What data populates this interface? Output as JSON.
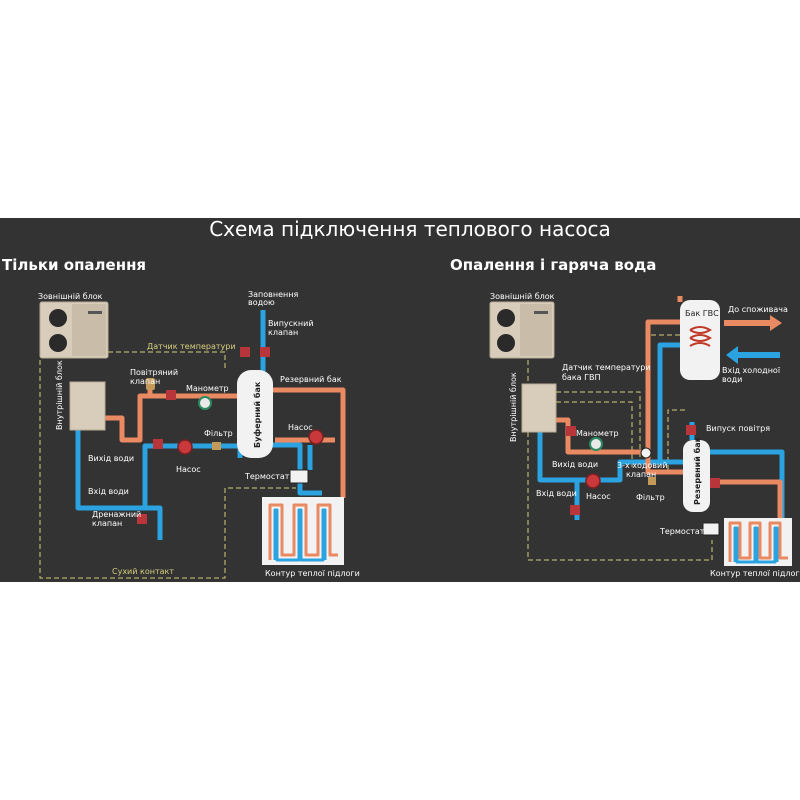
{
  "title": "Схема підключення теплового насоса",
  "left": {
    "heading": "Тільки опалення",
    "outdoor_unit": "Зовнішній блок",
    "indoor_unit": "Внутрішній блок",
    "temp_sensor": "Датчик температури",
    "air_valve": [
      "Повітряний",
      "клапан"
    ],
    "manometer": "Манометр",
    "filter": "Фільтр",
    "pump": "Насос",
    "water_out": "Вихід води",
    "water_in": "Вхід води",
    "drain_valve": [
      "Дренажний",
      "клапан"
    ],
    "dry_contact": "Сухий контакт",
    "fill_water": [
      "Заповнення",
      "водою"
    ],
    "release_valve": [
      "Випускний",
      "клапан"
    ],
    "buffer_tank": "Буферний бак",
    "reserve_tank": "Резервний бак",
    "pump2": "Насос",
    "thermostat": "Термостат",
    "floor_loop": "Контур теплої підлоги"
  },
  "right": {
    "heading": "Опалення і гаряча вода",
    "outdoor_unit": "Зовнішній блок",
    "indoor_unit": "Внутрішній блок",
    "temp_sensor": [
      "Датчик температури",
      "бака ГВП"
    ],
    "dhw_tank": "Бак ГВС",
    "to_consumer": "До споживача",
    "cold_in": [
      "Вхід холодної",
      "води"
    ],
    "manometer": "Манометр",
    "water_out": "Вихід води",
    "three_way": [
      "3-х ходовий",
      "клапан"
    ],
    "air_release": "Випуск повітря",
    "water_in": "Вхід води",
    "pump": "Насос",
    "filter": "Фільтр",
    "reserve_tank": "Резервний бак",
    "thermostat": "Термостат",
    "floor_loop": "Контур теплої підлоги"
  },
  "colors": {
    "panel": "#333333",
    "hot_pipe": "#e98a63",
    "cold_pipe": "#2aa3e0",
    "control_wire": "#d4cc7a",
    "valve": "#b8363a"
  }
}
